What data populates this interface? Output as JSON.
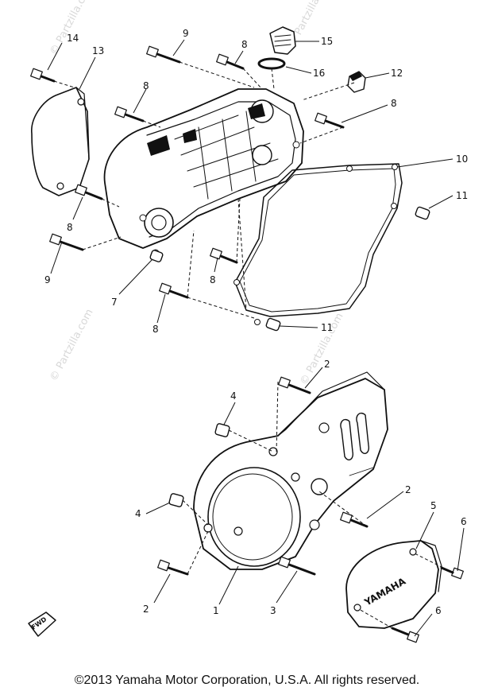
{
  "watermark": "© Partzilla.com",
  "copyright": "©2013  Yamaha Motor Corporation, U.S.A. All rights reserved.",
  "cover_brand": "YAMAHA",
  "fwd_mark": "FWD",
  "callouts": {
    "c14": "14",
    "c13": "13",
    "c9a": "9",
    "c8a": "8",
    "c15": "15",
    "c16": "16",
    "c12": "12",
    "c8b": "8",
    "c8c": "8",
    "c10": "10",
    "c11a": "11",
    "c8d": "8",
    "c9b": "9",
    "c7": "7",
    "c8e": "8",
    "c8f": "8",
    "c11b": "11",
    "c2a": "2",
    "c4a": "4",
    "c2b": "2",
    "c4b": "4",
    "c5": "5",
    "c6a": "6",
    "c2c": "2",
    "c1": "1",
    "c3": "3",
    "c6b": "6"
  }
}
